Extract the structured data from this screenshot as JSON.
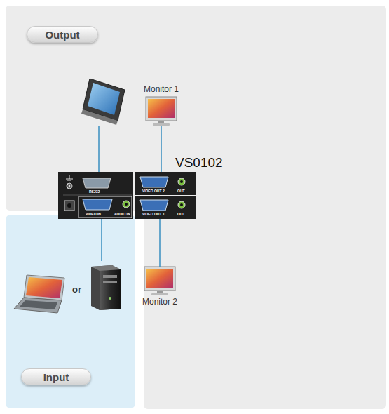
{
  "diagram": {
    "nodes": [
      {
        "text": [
          "Output"
        ]
      },
      {
        "text": [
          "Monitor 1"
        ]
      },
      {
        "text": [
          "VS0102"
        ]
      },
      {
        "text": [
          "Monitor 2"
        ]
      },
      {
        "text": [
          "Input"
        ]
      }
    ],
    "edges": [
      {
        "from": 2,
        "to": 1,
        "arrow": "none"
      },
      {
        "from": 2,
        "to": 3,
        "arrow": "none"
      }
    ],
    "labels": [
      "RS232",
      "VIDEO OUT 2",
      "OUT",
      "VIDEO IN",
      "AUDIO IN",
      "VIDEO OUT 1",
      "OUT",
      "or"
    ]
  }
}
